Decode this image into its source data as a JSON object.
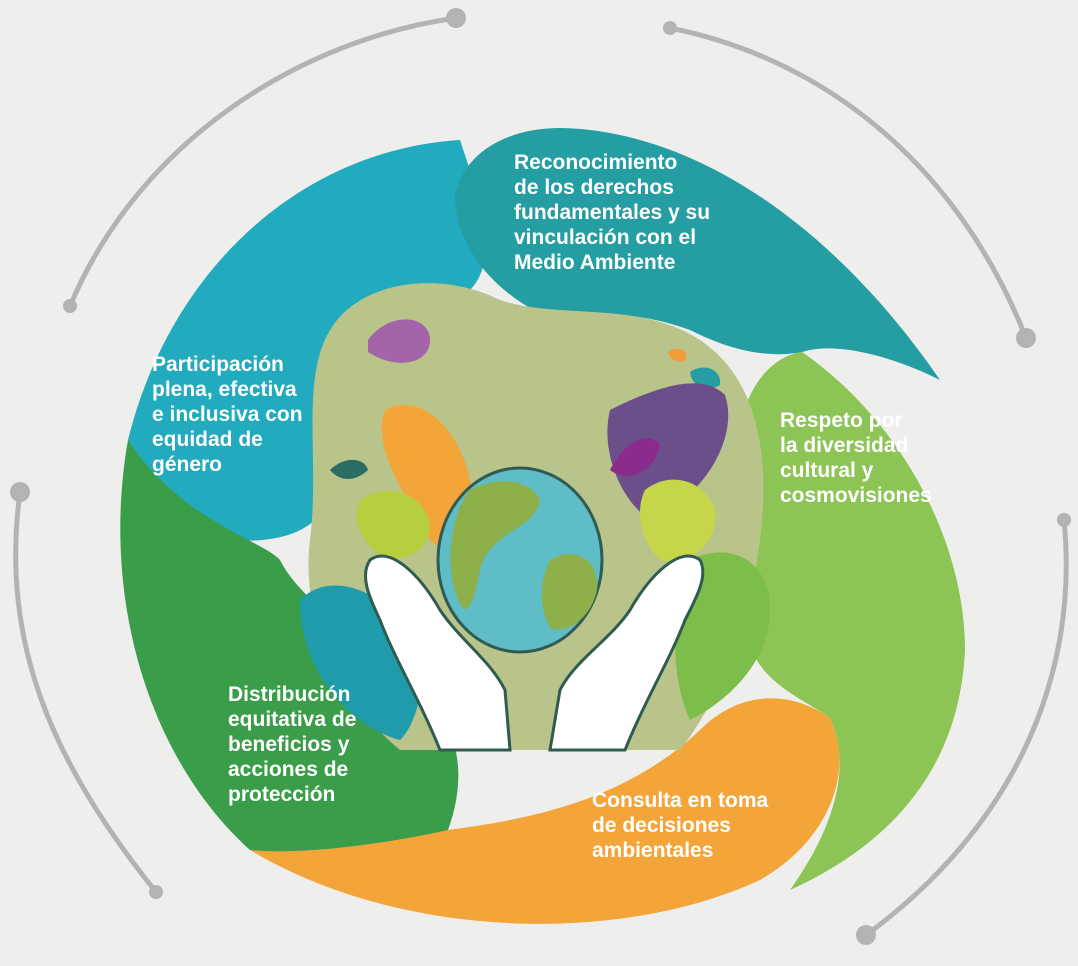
{
  "colors": {
    "background": "#eeefec",
    "arc": "#b3b3b2",
    "teal_dark": "#259ea3",
    "teal_light": "#22aabe",
    "green_dark": "#3a9d4a",
    "green_light": "#8cc455",
    "orange": "#f4a53a",
    "text": "#ffffff"
  },
  "segments": [
    {
      "id": "derechos",
      "lines": [
        "Reconocimiento",
        "de los derechos",
        "fundamentales y su",
        "vinculación con el",
        "Medio Ambiente"
      ]
    },
    {
      "id": "diversidad",
      "lines": [
        "Respeto por",
        "la diversidad",
        "cultural y",
        "cosmovisiones"
      ]
    },
    {
      "id": "consulta",
      "lines": [
        "Consulta en toma",
        "de decisiones",
        "ambientales"
      ]
    },
    {
      "id": "distribucion",
      "lines": [
        "Distribución",
        "equitativa de",
        "beneficios y",
        "acciones de",
        "protección"
      ]
    },
    {
      "id": "participacion",
      "lines": [
        "Participación",
        "plena, efectiva",
        "e inclusiva con",
        "equidad de",
        "género"
      ]
    }
  ],
  "center_illustration": "hands-holding-earth-icon"
}
